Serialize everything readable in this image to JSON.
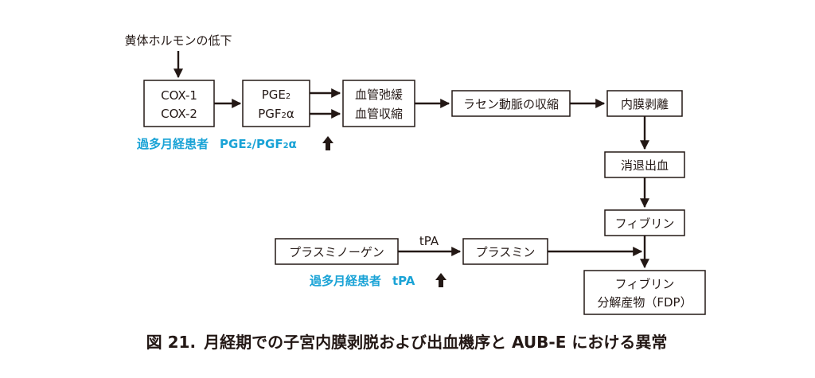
{
  "colors": {
    "line": "#231815",
    "accent": "#1aa3d6"
  },
  "nodes": {
    "progesterone": "黄体ホルモンの低下",
    "cox1": "COX-1",
    "cox2": "COX-2",
    "pge2_base": "PGE",
    "pge2_sub": "2",
    "pgf2a_base": "PGF",
    "pgf2a_sub": "2",
    "pgf2a_tail": "α",
    "vasodilation": "血管弛緩",
    "vasoconstriction": "血管収縮",
    "spiral_artery": "ラセン動脈の収縮",
    "endometrial_shedding": "内膜剥離",
    "hemostasis": "消退出血",
    "fibrin": "フィブリン",
    "plasminogen": "プラスミノーゲン",
    "plasmin": "プラスミン",
    "fdp_line1": "フィブリン",
    "fdp_line2": "分解産物（FDP）"
  },
  "edge_labels": {
    "tpa": "tPA"
  },
  "annotations": {
    "menorrhagia_pg_label": "過多月経患者",
    "pg_base1": "PGE",
    "pg_sub1": "2",
    "pg_mid": "/PGF",
    "pg_sub2": "2",
    "pg_tail": "α",
    "menorrhagia_tpa_label": "過多月経患者",
    "tpa_value": "tPA"
  },
  "caption": {
    "number": "図 21.",
    "text": "月経期での子宮内膜剥脱および出血機序と AUB-E における異常"
  }
}
